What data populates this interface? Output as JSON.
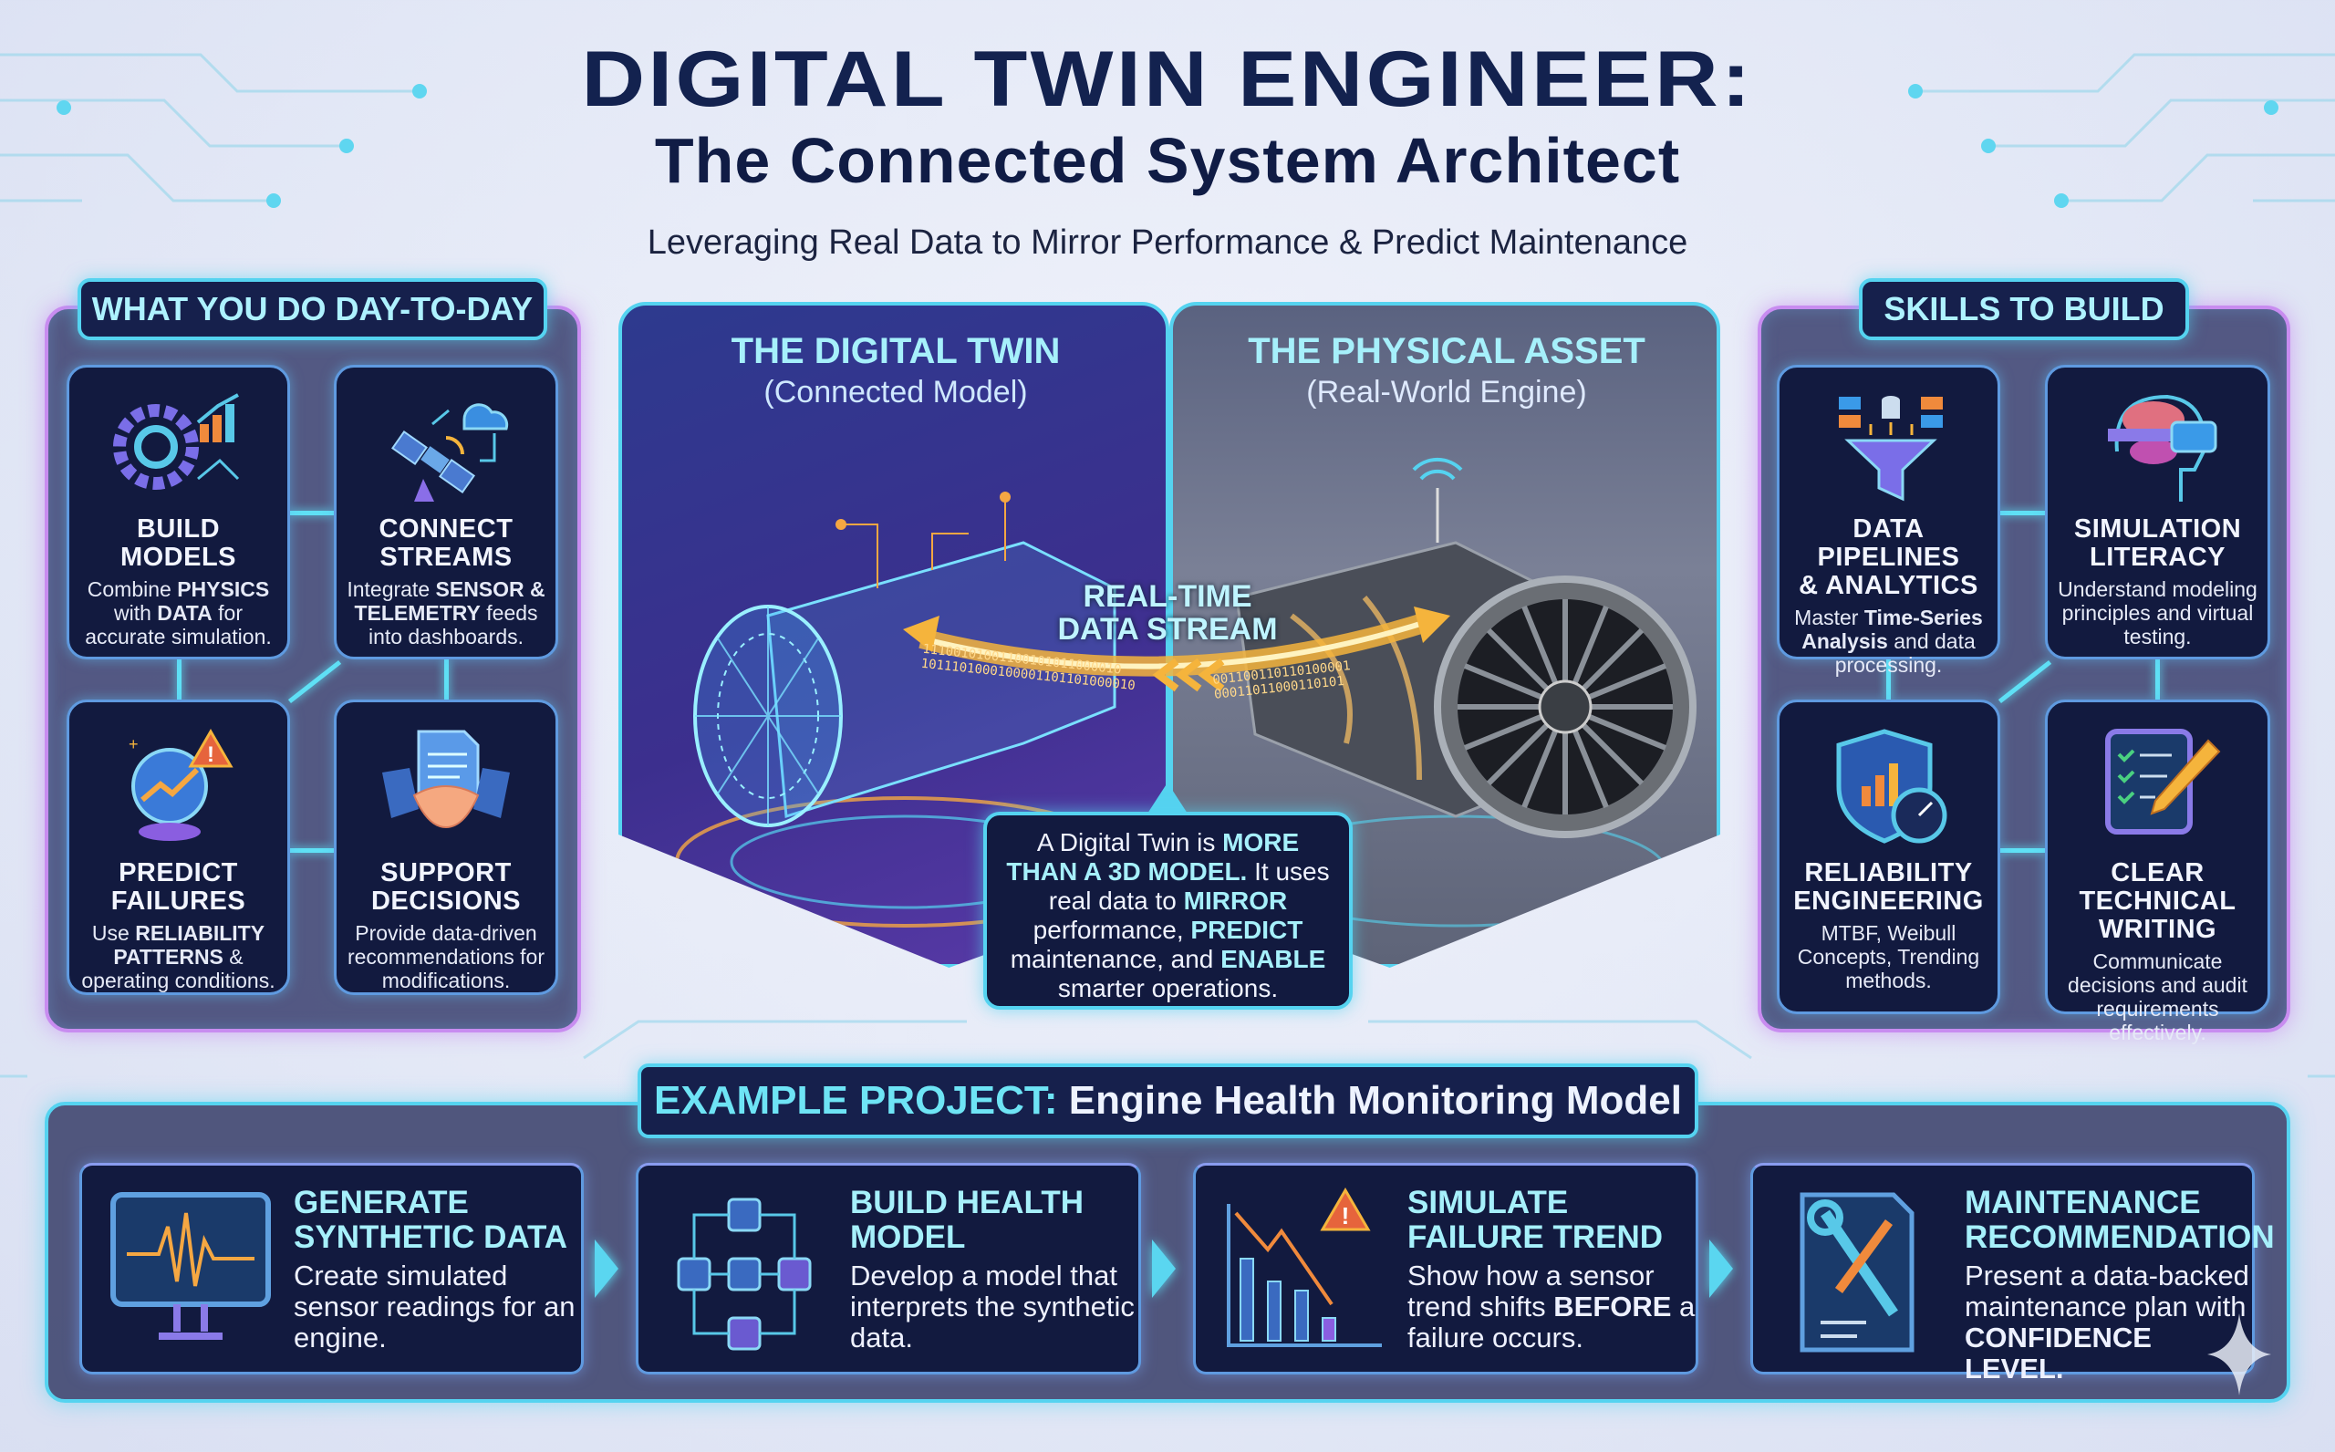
{
  "header": {
    "title_line1": "DIGITAL TWIN ENGINEER:",
    "title_line2": "The Connected System Architect",
    "subtitle": "Leveraging Real Data to Mirror Performance & Predict Maintenance"
  },
  "colors": {
    "accent_cyan": "#5fe0f5",
    "panel_border": "#c88cf0",
    "card_bg": "#121a3f",
    "title_navy": "#13224f",
    "highlight_orange": "#f5a742"
  },
  "day_to_day": {
    "heading": "WHAT YOU DO DAY-TO-DAY",
    "cards": [
      {
        "icon": "gear-chart-icon",
        "title": [
          "BUILD",
          "MODELS"
        ],
        "desc": [
          {
            "t": "Combine "
          },
          {
            "t": "PHYSICS",
            "b": true
          },
          {
            "t": " with "
          },
          {
            "t": "DATA",
            "b": true
          },
          {
            "t": " for accurate simulation."
          }
        ]
      },
      {
        "icon": "satellite-cloud-icon",
        "title": [
          "CONNECT",
          "STREAMS"
        ],
        "desc": [
          {
            "t": "Integrate "
          },
          {
            "t": "SENSOR &",
            "b": true
          },
          {
            "t": " "
          },
          {
            "t": "TELEMETRY",
            "b": true
          },
          {
            "t": " feeds into dashboards."
          }
        ]
      },
      {
        "icon": "crystal-ball-warning-icon",
        "title": [
          "PREDICT",
          "FAILURES"
        ],
        "desc": [
          {
            "t": "Use "
          },
          {
            "t": "RELIABILITY PATTERNS",
            "b": true
          },
          {
            "t": " & operating conditions."
          }
        ]
      },
      {
        "icon": "handshake-document-icon",
        "title": [
          "SUPPORT",
          "DECISIONS"
        ],
        "desc": [
          {
            "t": "Provide data-driven recommendations for modifications."
          }
        ]
      }
    ]
  },
  "center": {
    "digital_twin": {
      "title": "THE DIGITAL TWIN",
      "subtitle": "(Connected Model)"
    },
    "physical_asset": {
      "title": "THE PHYSICAL ASSET",
      "subtitle": "(Real-World Engine)"
    },
    "stream_label": [
      "REAL-TIME",
      "DATA STREAM"
    ],
    "stream_binary_left": [
      "11100101001100101011000010",
      "1011101000100001101101000010"
    ],
    "stream_binary_right": [
      "001100110110100001",
      "00011011000110101"
    ],
    "callout": [
      {
        "t": "A Digital Twin is "
      },
      {
        "t": "MORE THAN A 3D MODEL.",
        "h": true
      },
      {
        "t": " It uses real data to "
      },
      {
        "t": "MIRROR",
        "h": true
      },
      {
        "t": " performance, "
      },
      {
        "t": "PREDICT",
        "h": true
      },
      {
        "t": " maintenance, and "
      },
      {
        "t": "ENABLE",
        "h": true
      },
      {
        "t": " smarter operations."
      }
    ]
  },
  "skills": {
    "heading": "SKILLS TO BUILD",
    "cards": [
      {
        "icon": "funnel-pipeline-icon",
        "title": [
          "DATA PIPELINES",
          "& ANALYTICS"
        ],
        "desc": [
          {
            "t": "Master "
          },
          {
            "t": "Time-Series Analysis",
            "b": true
          },
          {
            "t": " and data processing."
          }
        ]
      },
      {
        "icon": "brain-vr-headset-icon",
        "title": [
          "SIMULATION",
          "LITERACY"
        ],
        "desc": [
          {
            "t": "Understand modeling principles and virtual testing."
          }
        ]
      },
      {
        "icon": "shield-stopwatch-icon",
        "title": [
          "RELIABILITY",
          "ENGINEERING"
        ],
        "desc": [
          {
            "t": "MTBF, Weibull Concepts, Trending methods."
          }
        ]
      },
      {
        "icon": "checklist-pencil-icon",
        "title": [
          "CLEAR TECHNICAL",
          "WRITING"
        ],
        "desc": [
          {
            "t": "Communicate decisions and audit requirements effectively."
          }
        ]
      }
    ]
  },
  "example_project": {
    "heading_prefix": "EXAMPLE PROJECT:",
    "heading_name": "Engine Health Monitoring Model",
    "steps": [
      {
        "icon": "monitor-waveform-icon",
        "title": [
          "GENERATE",
          "SYNTHETIC DATA"
        ],
        "desc": [
          {
            "t": "Create simulated sensor readings for an engine."
          }
        ]
      },
      {
        "icon": "flow-diagram-icon",
        "title": [
          "BUILD HEALTH",
          "MODEL"
        ],
        "desc": [
          {
            "t": "Develop a model that interprets the synthetic data."
          }
        ]
      },
      {
        "icon": "declining-chart-warning-icon",
        "title": [
          "SIMULATE",
          "FAILURE TREND"
        ],
        "desc": [
          {
            "t": "Show how a sensor trend shifts "
          },
          {
            "t": "BEFORE",
            "b": true
          },
          {
            "t": " a failure occurs."
          }
        ]
      },
      {
        "icon": "wrench-document-icon",
        "title": [
          "MAINTENANCE",
          "RECOMMENDATION"
        ],
        "desc": [
          {
            "t": "Present a data-backed maintenance plan with "
          },
          {
            "t": "CONFIDENCE LEVEL.",
            "b": true
          }
        ]
      }
    ]
  }
}
